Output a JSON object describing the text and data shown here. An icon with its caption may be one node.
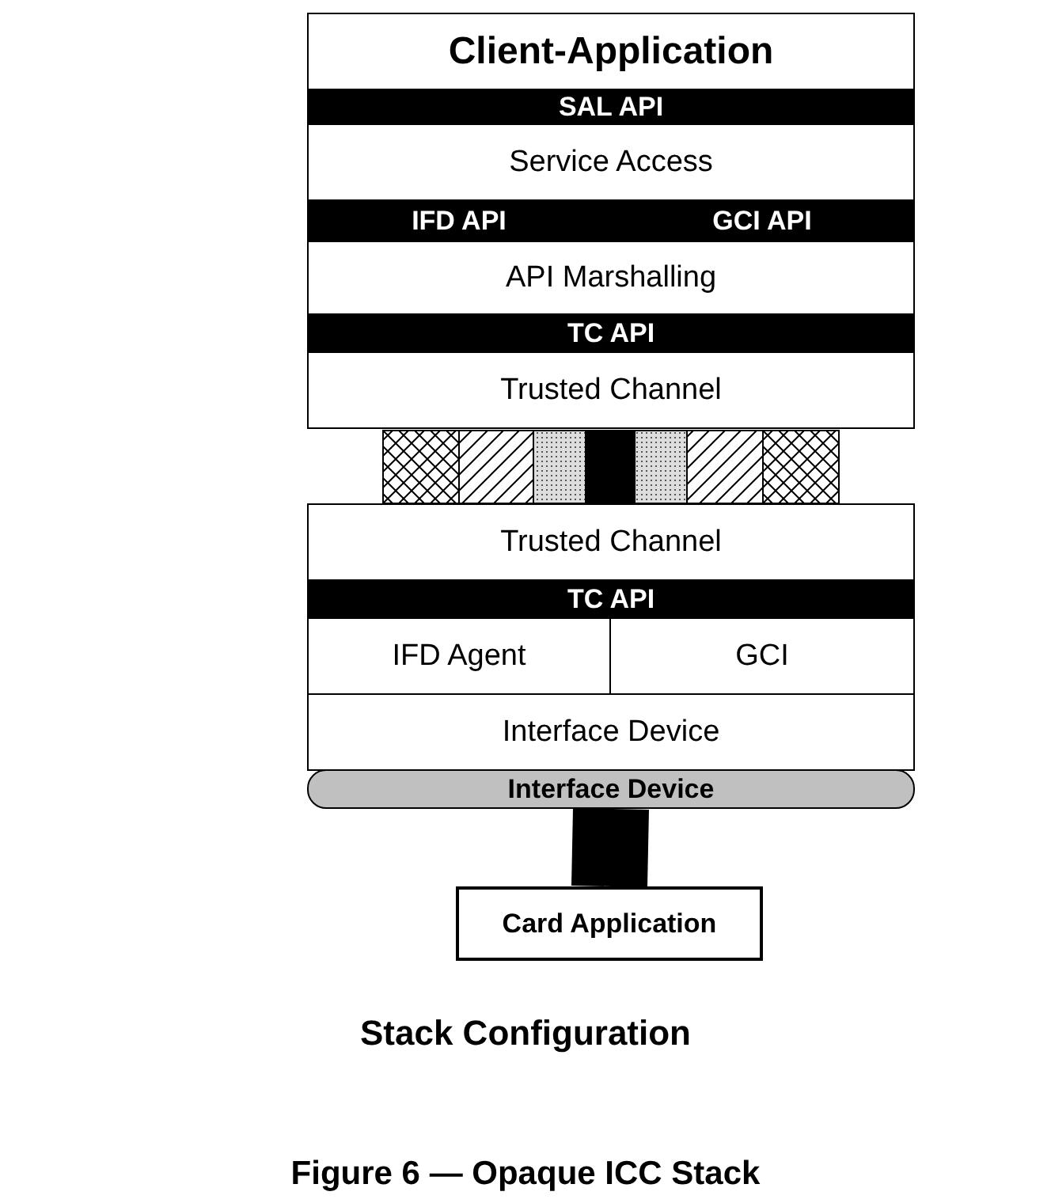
{
  "diagram": {
    "caption": "Figure 6 — Opaque ICC Stack",
    "nodes": [
      {
        "text": [
          "Client-Application"
        ]
      },
      {
        "text": [
          "SAL API"
        ]
      },
      {
        "text": [
          "Service Access"
        ]
      },
      {
        "text": [
          "IFD API"
        ]
      },
      {
        "text": [
          "GCI API"
        ]
      },
      {
        "text": [
          "API Marshalling"
        ]
      },
      {
        "text": [
          "TC API"
        ]
      },
      {
        "text": [
          "Trusted Channel"
        ]
      },
      {
        "text": [
          "Trusted Channel"
        ]
      },
      {
        "text": [
          "TC API"
        ]
      },
      {
        "text": [
          "IFD Agent"
        ]
      },
      {
        "text": [
          "GCI"
        ]
      },
      {
        "text": [
          "Interface Device"
        ]
      },
      {
        "text": [
          "Interface Device"
        ]
      },
      {
        "text": [
          "Card Application"
        ]
      }
    ],
    "edges": [
      {
        "from": 13,
        "to": 14,
        "arrow": "none"
      }
    ],
    "labels": [
      "Stack Configuration"
    ]
  }
}
